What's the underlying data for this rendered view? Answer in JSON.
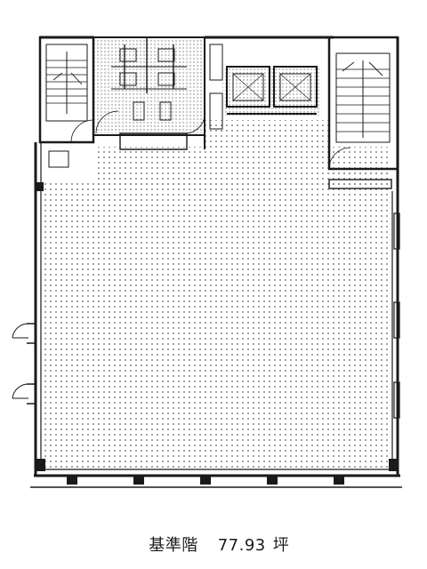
{
  "caption": {
    "floor_label": "基準階",
    "area_value": "77.93",
    "area_unit": "坪"
  },
  "style": {
    "line_color": "#1a1a1a",
    "dot_color": "#9a9a9a",
    "background": "#ffffff"
  }
}
